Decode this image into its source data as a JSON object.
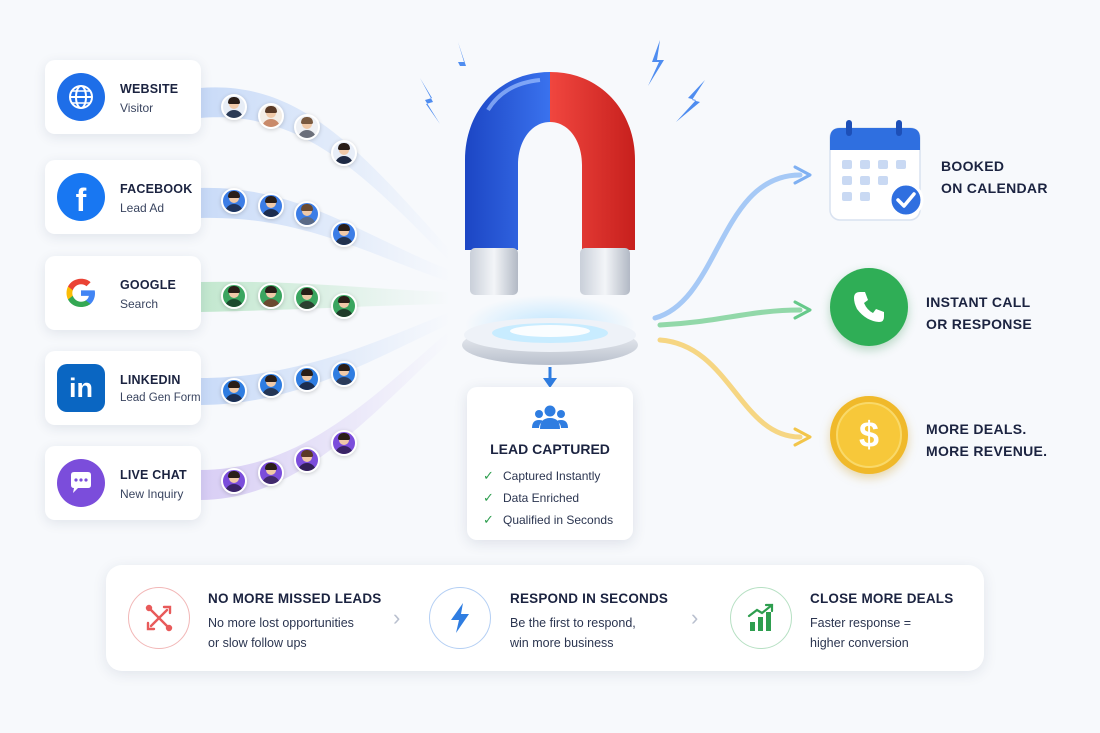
{
  "sources": [
    {
      "title": "WEBSITE",
      "subtitle": "Visitor",
      "icon": "globe-icon",
      "color": "#1e6ee8"
    },
    {
      "title": "FACEBOOK",
      "subtitle": "Lead Ad",
      "icon": "facebook-icon",
      "color": "#1877f2"
    },
    {
      "title": "GOOGLE",
      "subtitle": "Search",
      "icon": "google-icon",
      "color": "#4285f4"
    },
    {
      "title": "LINKEDIN",
      "subtitle": "Lead Gen Form",
      "icon": "linkedin-icon",
      "color": "#0a66c2"
    },
    {
      "title": "LIVE CHAT",
      "subtitle": "New Inquiry",
      "icon": "chat-icon",
      "color": "#7b4ddb"
    }
  ],
  "lead": {
    "title": "LEAD CAPTURED",
    "items": [
      "Captured Instantly",
      "Data Enriched",
      "Qualified in Seconds"
    ]
  },
  "outputs": [
    {
      "line1": "BOOKED",
      "line2": "ON CALENDAR",
      "icon": "calendar-icon"
    },
    {
      "line1": "INSTANT CALL",
      "line2": "OR RESPONSE",
      "icon": "phone-icon"
    },
    {
      "line1": "MORE DEALS.",
      "line2": "MORE REVENUE.",
      "icon": "dollar-icon"
    }
  ],
  "features": [
    {
      "title": "NO MORE MISSED LEADS",
      "desc1": "No more lost opportunities",
      "desc2": "or slow follow ups",
      "icon": "crossed-arrows-icon",
      "color": "#e85a5a"
    },
    {
      "title": "RESPOND IN SECONDS",
      "desc1": "Be the first to respond,",
      "desc2": "win more business",
      "icon": "lightning-icon",
      "color": "#2f7de1"
    },
    {
      "title": "CLOSE MORE DEALS",
      "desc1": "Faster response =",
      "desc2": "higher conversion",
      "icon": "growth-chart-icon",
      "color": "#2e9e4f"
    }
  ],
  "colors": {
    "magnet_blue": "#2457d6",
    "magnet_red": "#e2312d",
    "flow_blue": "#7fb0f2",
    "flow_green": "#66c98a",
    "flow_yellow": "#f2c54a"
  }
}
